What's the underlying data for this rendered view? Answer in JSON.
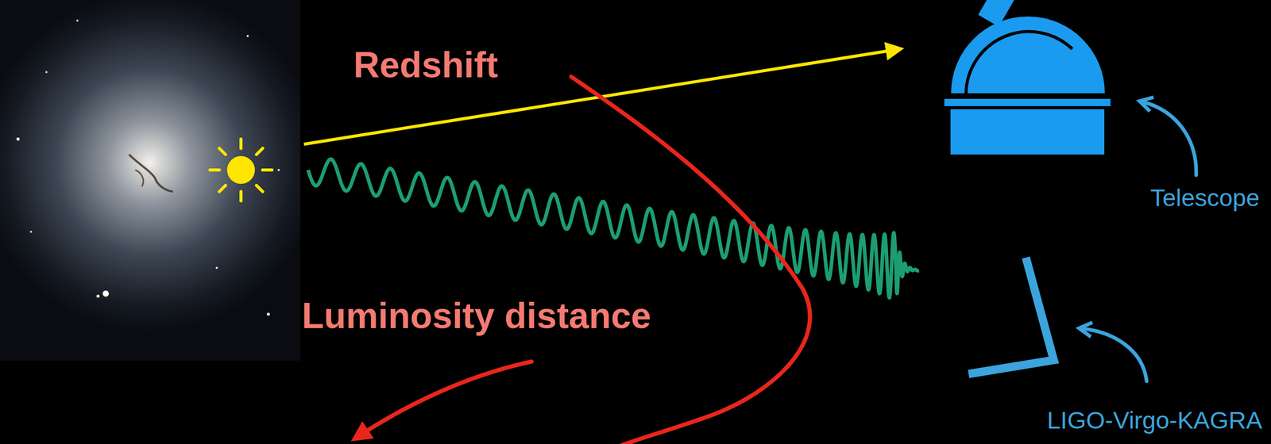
{
  "diagram": {
    "labels": [
      "Redshift",
      "Luminosity distance",
      "Telescope",
      "LIGO-Virgo-KAGRA"
    ]
  }
}
